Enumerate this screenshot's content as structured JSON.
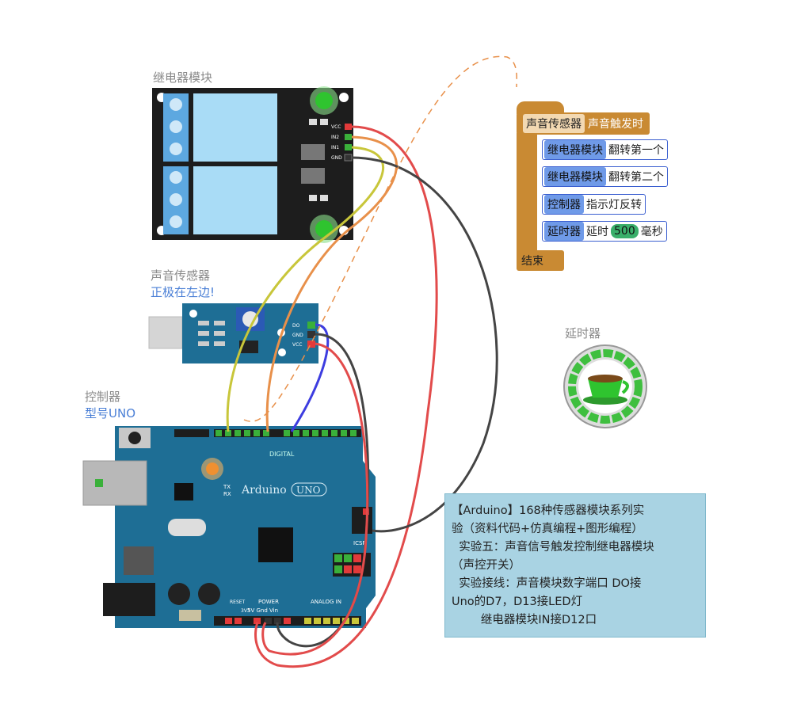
{
  "labels": {
    "relay_title": "继电器模块",
    "sensor_title": "声音传感器",
    "sensor_note": "正极在左边!",
    "controller_title": "控制器",
    "controller_model": "型号UNO",
    "timer_title": "延时器"
  },
  "relay_pins": [
    "VCC",
    "IN2",
    "IN1",
    "GND"
  ],
  "sensor_pins": [
    "DO",
    "GND",
    "VCC"
  ],
  "arduino": {
    "brand": "Arduino",
    "model": "UNO",
    "digital": "DIGITAL",
    "power": "POWER",
    "analog": "ANALOG IN",
    "icsp": "ICSP",
    "tx": "TX",
    "rx": "RX",
    "power_pins": "5V  Gnd  Vin",
    "reset": "RESET",
    "v33": "3V3"
  },
  "code": {
    "event_tag": "声音传感器",
    "event_text": "声音触发时",
    "stmt1_tag": "继电器模块",
    "stmt1_text": "翻转第一个",
    "stmt2_tag": "继电器模块",
    "stmt2_text": "翻转第二个",
    "stmt3_tag": "控制器",
    "stmt3_text": "指示灯反转",
    "stmt4_tag": "延时器",
    "stmt4_pre": "延时",
    "stmt4_value": "500",
    "stmt4_post": "毫秒",
    "end": "结束"
  },
  "info": {
    "line1": "【Arduino】168种传感器模块系列实",
    "line2": "验（资料代码+仿真编程+图形编程）",
    "line3": "  实验五：声音信号触发控制继电器模块",
    "line4": "（声控开关）",
    "line5": "  实验接线：声音模块数字端口 DO接",
    "line6": "Uno的D7，D13接LED灯",
    "line7": "        继电器模块IN接D12口"
  },
  "colors": {
    "block_orange": "#c98a33",
    "block_blue": "#6f9ae8",
    "board_blue": "#1e6e95",
    "relay_black": "#1d1d1d",
    "wire_red": "#e24b4b",
    "wire_orange": "#e8904a",
    "wire_yellow": "#c8c63a",
    "wire_black": "#444444",
    "wire_blue": "#3d3de0",
    "info_bg": "#a9d3e3"
  }
}
